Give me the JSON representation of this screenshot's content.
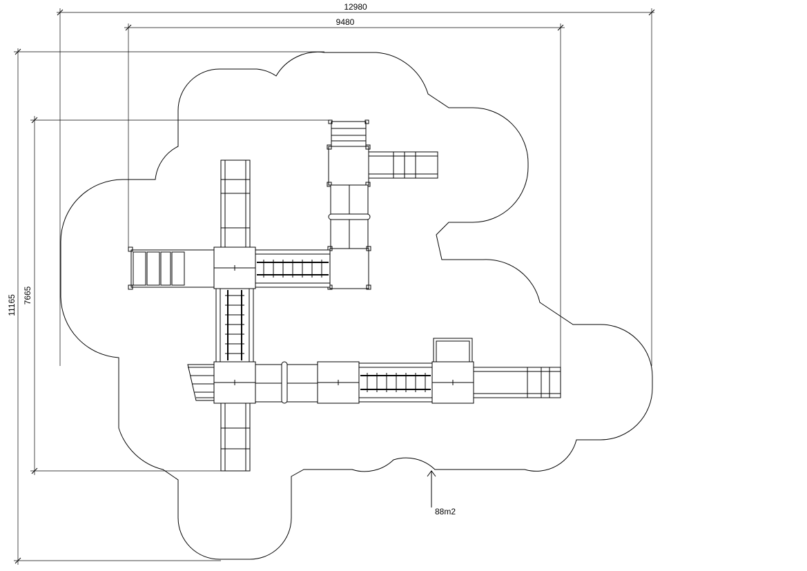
{
  "dimensions": {
    "overall_width": "12980",
    "inner_width": "9480",
    "overall_height": "11165",
    "inner_height": "7665",
    "area": "88m2"
  }
}
